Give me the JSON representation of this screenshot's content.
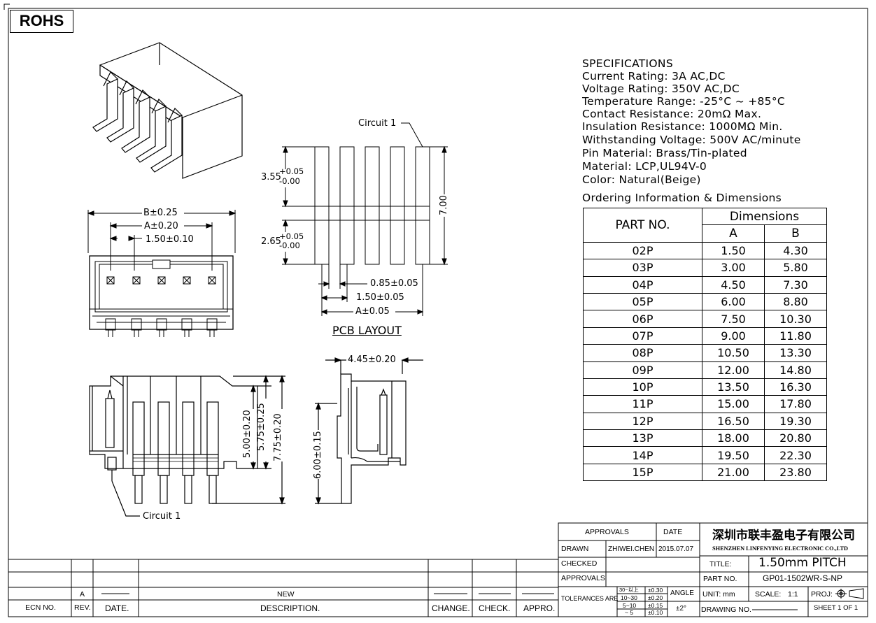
{
  "rohs": "ROHS",
  "specs": {
    "title": "SPECIFICATIONS",
    "lines": [
      "Current Rating: 3A AC,DC",
      "Voltage Rating: 350V AC,DC",
      "Temperature Range: -25°C ~ +85°C",
      "Contact Resistance: 20mΩ Max.",
      "Insulation Resistance: 1000MΩ Min.",
      "Withstanding Voltage: 500V AC/minute",
      "Pin Material: Brass/Tin-plated",
      "Material: LCP,UL94V-0",
      "Color: Natural(Beige)"
    ],
    "ordering_title": "Ordering Information & Dimensions"
  },
  "table": {
    "part_header": "PART NO.",
    "dim_header": "Dimensions",
    "col_a": "A",
    "col_b": "B",
    "rows": [
      {
        "part": "02P",
        "a": "1.50",
        "b": "4.30"
      },
      {
        "part": "03P",
        "a": "3.00",
        "b": "5.80"
      },
      {
        "part": "04P",
        "a": "4.50",
        "b": "7.30"
      },
      {
        "part": "05P",
        "a": "6.00",
        "b": "8.80"
      },
      {
        "part": "06P",
        "a": "7.50",
        "b": "10.30"
      },
      {
        "part": "07P",
        "a": "9.00",
        "b": "11.80"
      },
      {
        "part": "08P",
        "a": "10.50",
        "b": "13.30"
      },
      {
        "part": "09P",
        "a": "12.00",
        "b": "14.80"
      },
      {
        "part": "10P",
        "a": "13.50",
        "b": "16.30"
      },
      {
        "part": "11P",
        "a": "15.00",
        "b": "17.80"
      },
      {
        "part": "12P",
        "a": "16.50",
        "b": "19.30"
      },
      {
        "part": "13P",
        "a": "18.00",
        "b": "20.80"
      },
      {
        "part": "14P",
        "a": "19.50",
        "b": "22.30"
      },
      {
        "part": "15P",
        "a": "21.00",
        "b": "23.80"
      }
    ]
  },
  "labels": {
    "circuit1": "Circuit 1",
    "pcb_layout": "PCB LAYOUT",
    "dim_b": "B±0.25",
    "dim_a": "A±0.20",
    "dim_pitch": "1.50±0.10",
    "dim_355": "3.55",
    "dim_355_tol_up": "+0.05",
    "dim_355_tol_dn": "-0.00",
    "dim_265": "2.65",
    "dim_265_tol_up": "+0.05",
    "dim_265_tol_dn": "-0.00",
    "dim_700": "7.00",
    "dim_085": "0.85±0.05",
    "dim_150": "1.50±0.05",
    "dim_a005": "A±0.05",
    "dim_445": "4.45±0.20",
    "dim_500": "5.00±0.20",
    "dim_575": "5.75±0.25",
    "dim_775": "7.75±0.20",
    "dim_600": "6.00±0.15"
  },
  "title_block": {
    "approvals": "APPROVALS",
    "date": "DATE",
    "drawn": "DRAWN",
    "drawn_by": "ZHIWEI.CHEN",
    "drawn_date": "2015.07.07",
    "checked": "CHECKED",
    "approvals2": "APPROVALS",
    "tolerances_are": "TOLERANCES ARE",
    "tol_rows": [
      {
        "range": "30~以上",
        "tol": "±0.30"
      },
      {
        "range": "10~30",
        "tol": "±0.20"
      },
      {
        "range": "5~10",
        "tol": "±0.15"
      },
      {
        "range": "~ 5",
        "tol": "±0.10"
      }
    ],
    "angle": "ANGLE",
    "angle_tol": "±2°",
    "company_cn": "深圳市联丰盈电子有限公司",
    "company_en": "SHENZHEN LINFENYING ELECTRONIC CO.,LTD",
    "title_label": "TITLE:",
    "title_value": "1.50mm PITCH",
    "part_no_label": "PART NO.",
    "part_no_value": "GP01-1502WR-S-NP",
    "unit": "UNIT: mm",
    "scale_label": "SCALE:",
    "scale_value": "1:1",
    "proj": "PROJ:",
    "drawing_no": "DRAWING NO.",
    "sheet": "SHEET 1 OF 1"
  },
  "revision": {
    "rev_value": "A",
    "new": "NEW",
    "ecn_no": "ECN NO.",
    "rev": "REV.",
    "date": "DATE.",
    "description": "DESCRIPTION.",
    "change": "CHANGE.",
    "check": "CHECK.",
    "appro": "APPRO."
  }
}
